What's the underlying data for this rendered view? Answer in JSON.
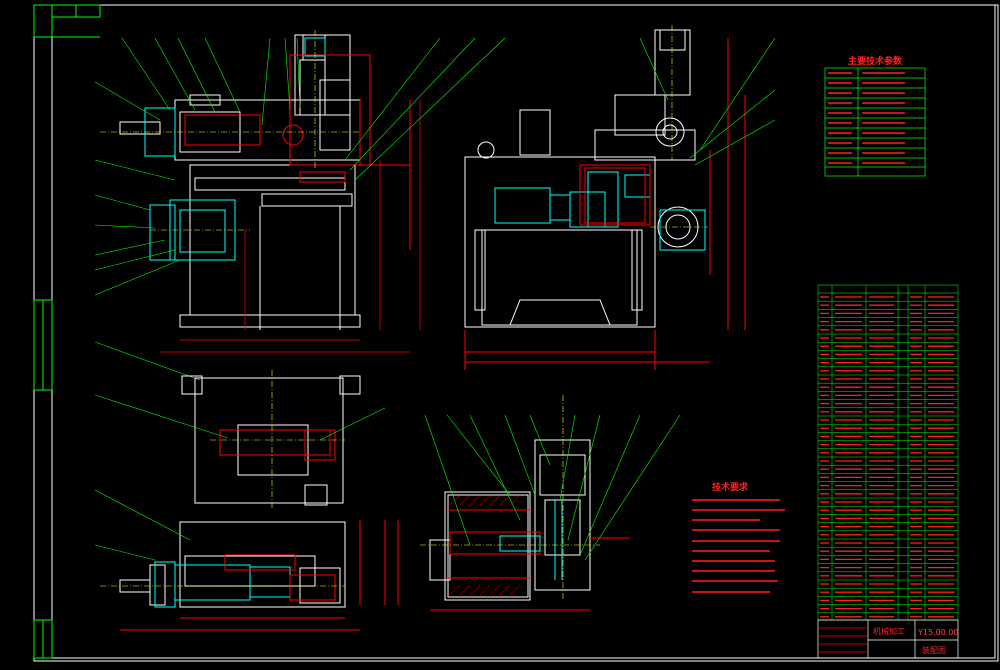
{
  "drawing": {
    "params_title": "主要技术参数",
    "tech_req_title": "技术要求",
    "title_block": {
      "code": "Y15.00.00",
      "name_label": "装配图",
      "company": "机械加工"
    }
  },
  "colors": {
    "background": "#000000",
    "frame": "#ffffff",
    "border_green": "#00ff00",
    "leader_green": "#00ff00",
    "dimension_red": "#ff0000",
    "outline_white": "#ffffff",
    "centerline_yellow": "#ffff00",
    "component_cyan": "#00ffff",
    "text_red": "#ff2020"
  }
}
